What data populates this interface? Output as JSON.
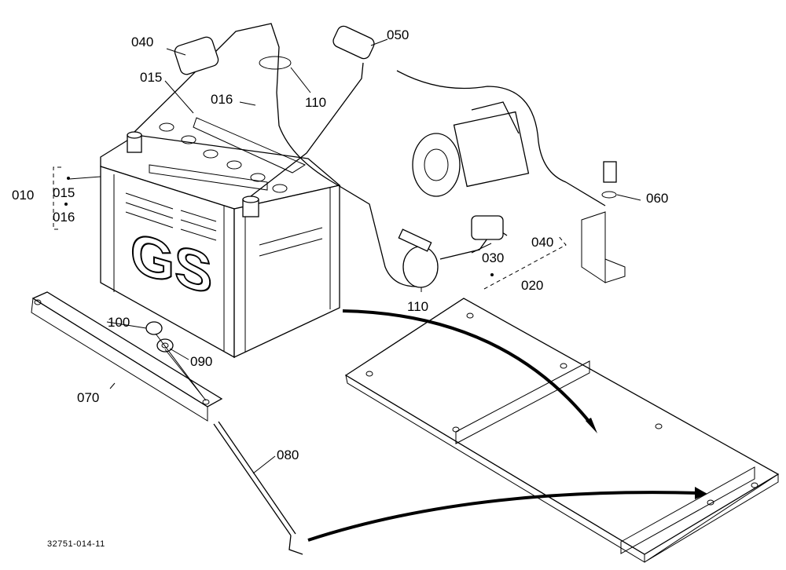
{
  "callouts": {
    "p010": "010",
    "p015_top": "015",
    "p015_group": "015",
    "p016_top": "016",
    "p016_group": "016",
    "p020": "020",
    "p030": "030",
    "p040_top": "040",
    "p040_group": "040",
    "p050": "050",
    "p060": "060",
    "p070": "070",
    "p080": "080",
    "p090": "090",
    "p100": "100",
    "p110_top": "110",
    "p110_bottom": "110"
  },
  "battery_brand": "GS",
  "drawing_code": "32751-014-11"
}
